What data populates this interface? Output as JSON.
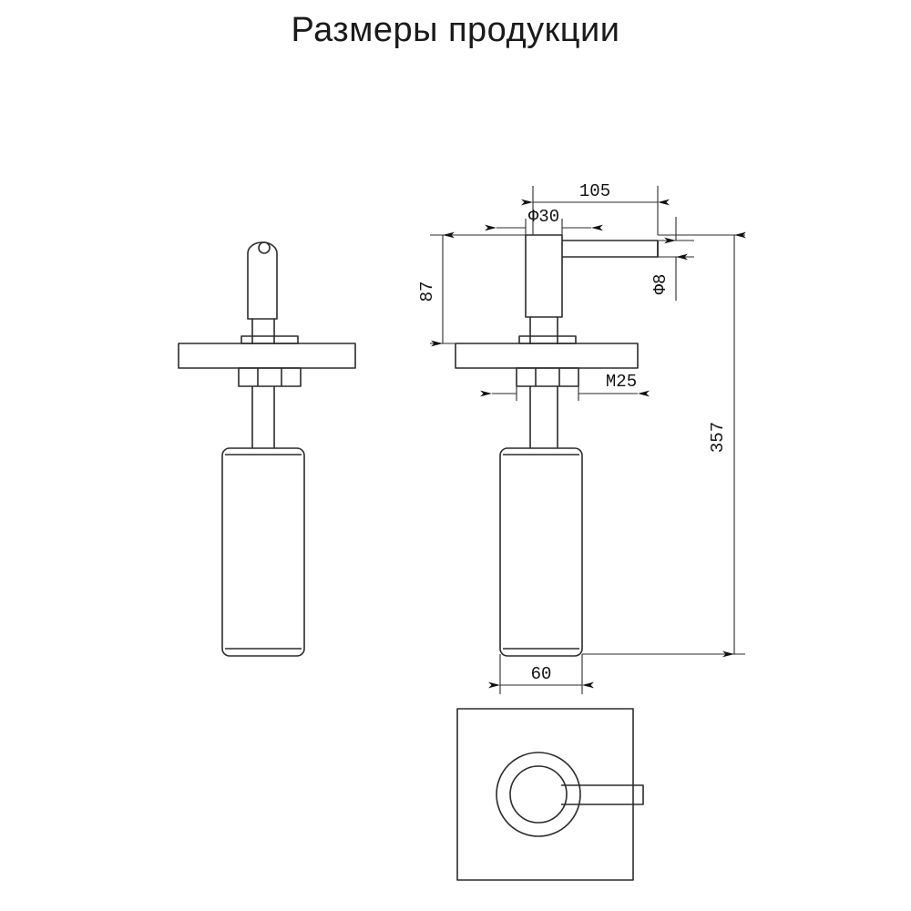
{
  "page": {
    "title": "Размеры продукции",
    "background_color": "#ffffff",
    "line_color": "#2b2b2b",
    "text_color": "#111111"
  },
  "drawing": {
    "type": "technical-dimension-drawing",
    "subject": "soap-dispenser",
    "views": [
      {
        "name": "front-view",
        "label": ""
      },
      {
        "name": "side-view",
        "label": ""
      },
      {
        "name": "top-plan-view",
        "label": ""
      }
    ]
  },
  "dimensions": {
    "spout_length": "105",
    "pump_head_diameter": "Ф30",
    "spout_diameter": "Ф8",
    "pump_height": "87",
    "thread": "M25",
    "total_height": "357",
    "bottle_width": "60"
  }
}
